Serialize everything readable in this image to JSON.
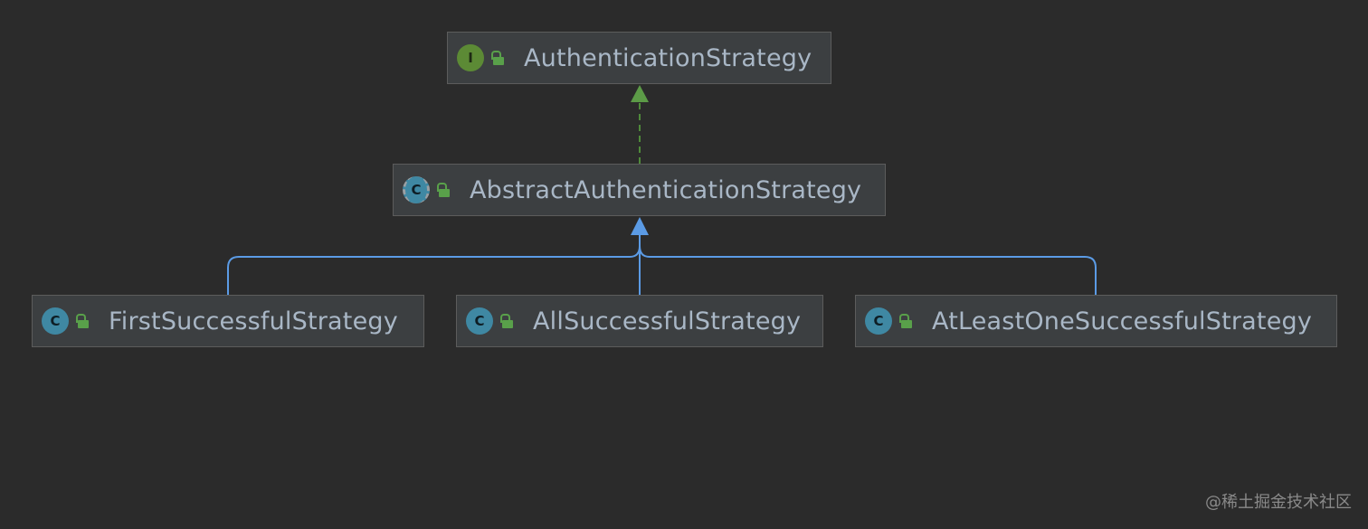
{
  "colors": {
    "background": "#2b2b2b",
    "node_fill": "#3c3f41",
    "node_border": "#5c5c5c",
    "label_text": "#a9b7c6",
    "interface_badge": "#5c8a35",
    "class_badge": "#3f88a3",
    "lock_icon": "#59a04a",
    "implements_edge": "#4f8a3a",
    "extends_edge": "#5b9be5"
  },
  "nodes": {
    "authentication_strategy": {
      "label": "AuthenticationStrategy",
      "kind": "interface",
      "badge": "I",
      "icon": "interface-icon",
      "visibility_icon": "public-lock-icon"
    },
    "abstract_authentication_strategy": {
      "label": "AbstractAuthenticationStrategy",
      "kind": "abstract-class",
      "badge": "C",
      "icon": "abstract-class-icon",
      "visibility_icon": "public-lock-icon"
    },
    "first_successful_strategy": {
      "label": "FirstSuccessfulStrategy",
      "kind": "class",
      "badge": "C",
      "icon": "class-icon",
      "visibility_icon": "public-lock-icon"
    },
    "all_successful_strategy": {
      "label": "AllSuccessfulStrategy",
      "kind": "class",
      "badge": "C",
      "icon": "class-icon",
      "visibility_icon": "public-lock-icon"
    },
    "at_least_one_successful_strategy": {
      "label": "AtLeastOneSuccessfulStrategy",
      "kind": "class",
      "badge": "C",
      "icon": "class-icon",
      "visibility_icon": "public-lock-icon"
    }
  },
  "edges": [
    {
      "from": "abstract_authentication_strategy",
      "to": "authentication_strategy",
      "relation": "implements",
      "style": "dashed"
    },
    {
      "from": "first_successful_strategy",
      "to": "abstract_authentication_strategy",
      "relation": "extends",
      "style": "solid"
    },
    {
      "from": "all_successful_strategy",
      "to": "abstract_authentication_strategy",
      "relation": "extends",
      "style": "solid"
    },
    {
      "from": "at_least_one_successful_strategy",
      "to": "abstract_authentication_strategy",
      "relation": "extends",
      "style": "solid"
    }
  ],
  "watermark": "@稀土掘金技术社区"
}
